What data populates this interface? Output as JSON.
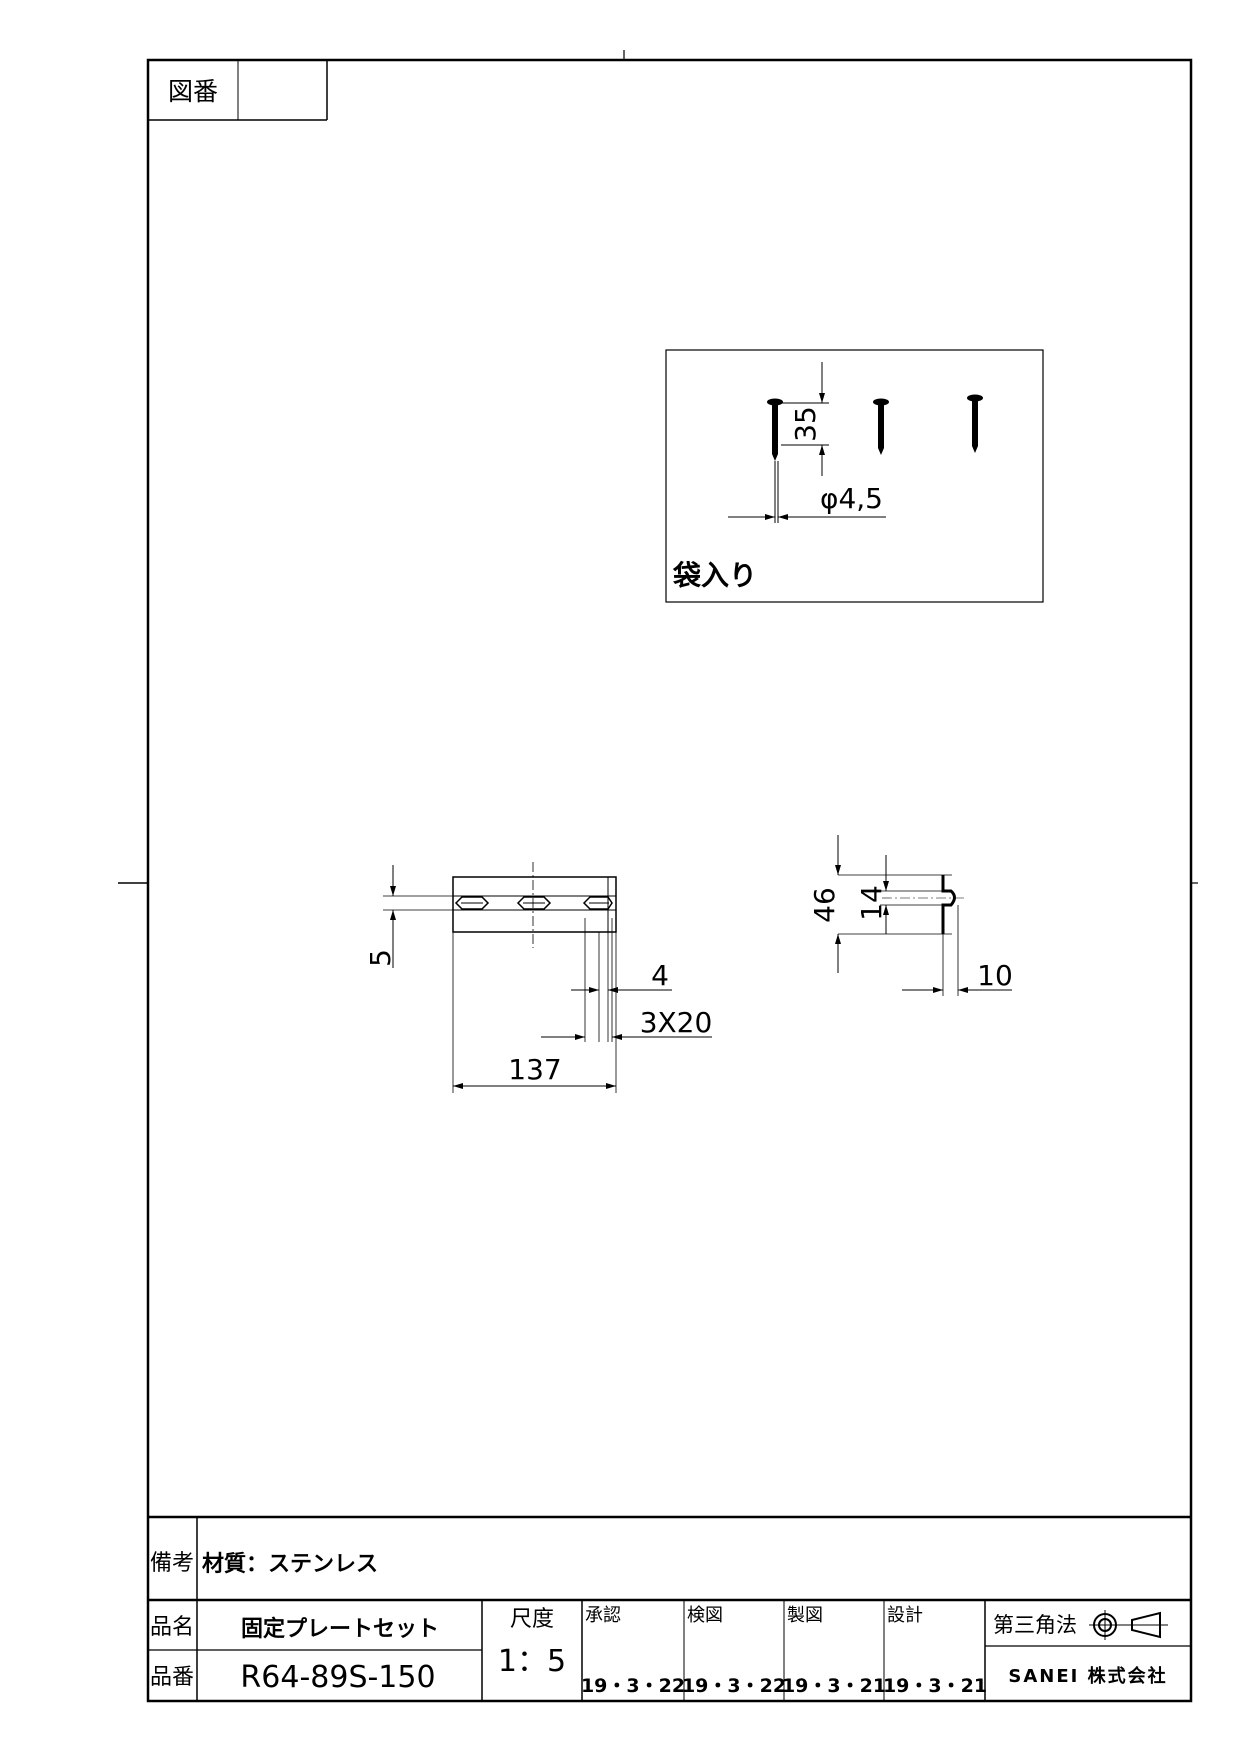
{
  "header": {
    "drawing_number_label": "図番",
    "drawing_number_value": ""
  },
  "bag_note": {
    "label": "袋入り",
    "screw_length": "35",
    "screw_diameter": "φ4,5"
  },
  "plate_dims": {
    "thickness": "5",
    "edge": "4",
    "slot": "3X20",
    "length": "137",
    "height": "46",
    "groove": "14",
    "depth": "10"
  },
  "remarks": {
    "label": "備考",
    "material": "材質：ステンレス"
  },
  "title_block": {
    "name_label": "品名",
    "name_value": "固定プレートセット",
    "code_label": "品番",
    "code_value": "R64-89S-150",
    "scale_label": "尺度",
    "scale_value": "1：5",
    "approve_label": "承認",
    "approve_date": "19・3・22",
    "check_label": "検図",
    "check_date": "19・3・22",
    "draft_label": "製図",
    "draft_date": "19・3・21",
    "design_label": "設計",
    "design_date": "19・3・21",
    "projection_label": "第三角法",
    "company": "SANEI 株式会社"
  }
}
